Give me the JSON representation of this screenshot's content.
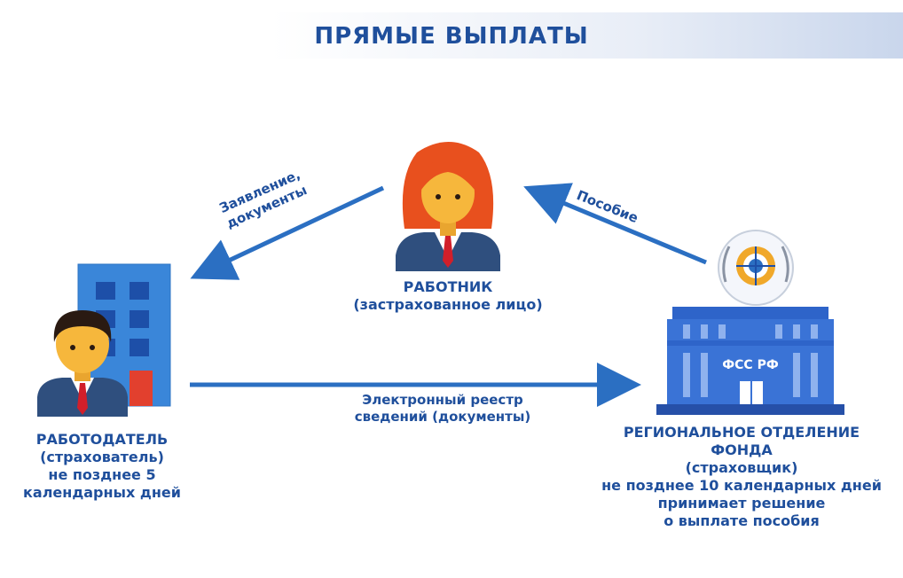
{
  "header": {
    "title": "ПРЯМЫЕ ВЫПЛАТЫ"
  },
  "worker": {
    "title": "РАБОТНИК",
    "subtitle": "(застрахованное лицо)"
  },
  "employer": {
    "title": "РАБОТОДАТЕЛЬ",
    "subtitle": "(страхователь)",
    "line3": "не позднее 5",
    "line4": "календарных дней"
  },
  "fund": {
    "title1": "РЕГИОНАЛЬНОЕ ОТДЕЛЕНИЕ",
    "title2": "ФОНДА",
    "subtitle": "(страховщик)",
    "line4": "не позднее 10 календарных дней",
    "line5": "принимает решение",
    "line6": "о выплате пособия",
    "building_sign": "ФСС РФ"
  },
  "arrows": {
    "application": {
      "line1": "Заявление,",
      "line2": "документы"
    },
    "benefit": {
      "label": "Пособие"
    },
    "registry": {
      "line1": "Электронный реестр",
      "line2": "сведений (документы)"
    }
  },
  "colors": {
    "primary": "#1f4f9c",
    "arrow": "#2b6fc2",
    "building": "#3a73d6",
    "skin": "#f6b73c",
    "hair_female": "#e8501e",
    "hair_male": "#2a1a12",
    "suit": "#2f4f7e",
    "tie": "#d11f2a"
  }
}
